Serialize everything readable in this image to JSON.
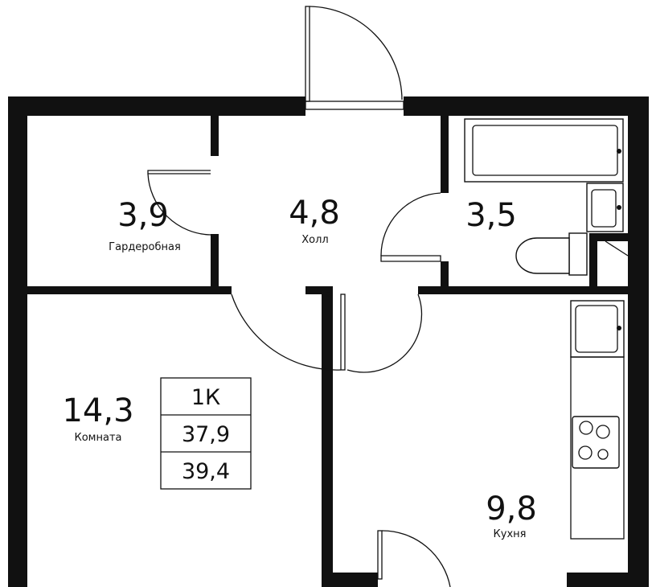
{
  "rooms": {
    "wardrobe": {
      "area": "3,9",
      "label": "Гардеробная"
    },
    "hall": {
      "area": "4,8",
      "label": "Холл"
    },
    "bathroom": {
      "area": "3,5"
    },
    "room": {
      "area": "14,3",
      "label": "Комната"
    },
    "kitchen": {
      "area": "9,8",
      "label": "Кухня"
    }
  },
  "info_box": {
    "type": "1К",
    "living_area": "37,9",
    "total_area": "39,4"
  },
  "colors": {
    "walls": "#111111",
    "background": "#ffffff"
  }
}
